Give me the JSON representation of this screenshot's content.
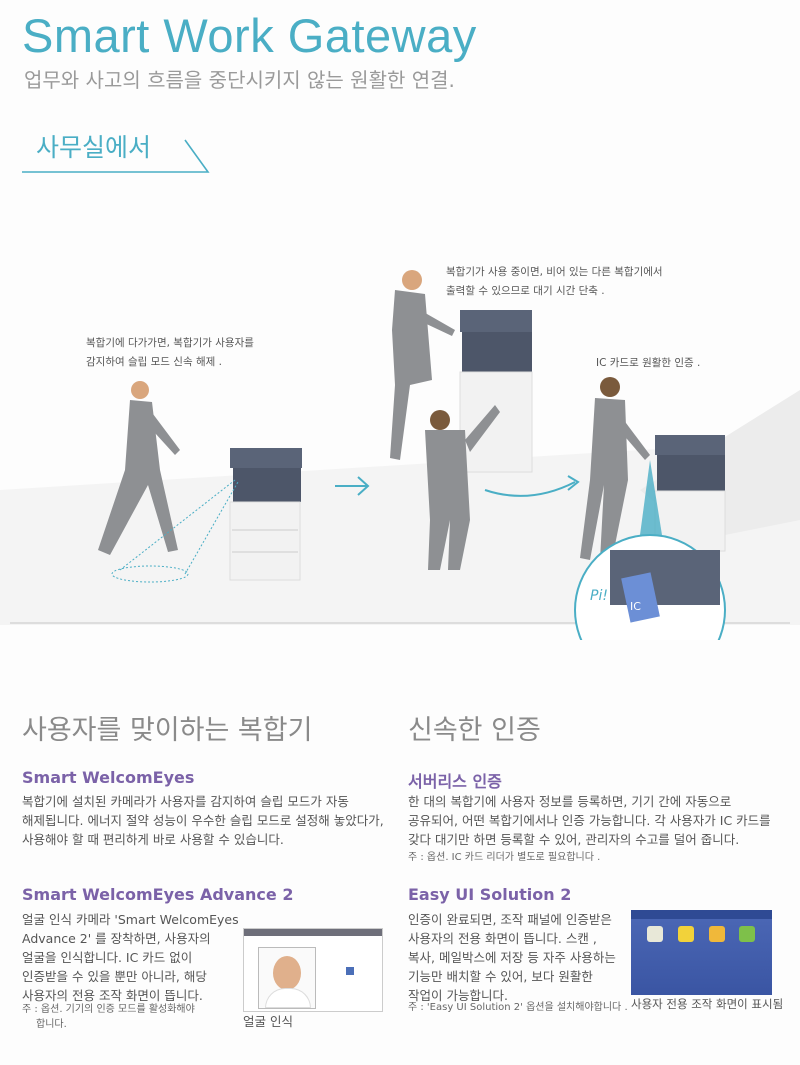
{
  "header": {
    "title": "Smart Work Gateway",
    "subtitle": "업무와 사고의 흐름을 중단시키지 않는 원활한 연결.",
    "section_label": "사무실에서"
  },
  "illustration": {
    "caption_left": [
      "복합기에 다가가면, 복합기가 사용자를",
      "감지하여 슬립 모드 신속 해제 ."
    ],
    "caption_middle": [
      "복합기가 사용 중이면, 비어 있는 다른 복합기에서",
      "출력할 수 있으므로 대기 시간 단축 ."
    ],
    "caption_right": "IC 카드로 원활한 인증 .",
    "card_sound": "Pi!",
    "card_label": "IC"
  },
  "left_column": {
    "heading": "사용자를 맞이하는 복합기",
    "features": [
      {
        "title": "Smart WelcomEyes",
        "lines": [
          "복합기에 설치된 카메라가 사용자를 감지하여 슬립 모드가 자동",
          "해제됩니다. 에너지 절약 성능이 우수한 슬립 모드로 설정해 놓았다가,",
          "사용해야 할 때 편리하게 바로 사용할 수 있습니다."
        ]
      },
      {
        "title": "Smart WelcomEyes Advance 2",
        "lines": [
          "얼굴 인식 카메라 'Smart WelcomEyes",
          "Advance 2' 를 장착하면, 사용자의",
          "얼굴을 인식합니다. IC 카드 없이",
          "인증받을 수 있을 뿐만 아니라, 해당",
          "사용자의 전용 조작 화면이 뜹니다."
        ],
        "note": [
          "주 : 옵션. 기기의 인증 모드를 활성화해야",
          "합니다."
        ],
        "image_caption": "얼굴 인식"
      }
    ]
  },
  "right_column": {
    "heading": "신속한 인증",
    "features": [
      {
        "title": "서버리스 인증",
        "lines": [
          "한 대의 복합기에 사용자 정보를 등록하면, 기기 간에 자동으로",
          "공유되어, 어떤 복합기에서나 인증 가능합니다. 각 사용자가 IC 카드를",
          "갖다 대기만 하면 등록할 수 있어, 관리자의 수고를 덜어 줍니다."
        ],
        "note": [
          "주 : 옵션. IC 카드 리더가 별도로 필요합니다 ."
        ]
      },
      {
        "title": "Easy UI Solution 2",
        "lines": [
          "인증이 완료되면, 조작 패널에 인증받은",
          "사용자의 전용 화면이 뜹니다. 스캔 ,",
          "복사, 메일박스에 저장 등 자주 사용하는",
          "기능만 배치할 수 있어, 보다 원활한",
          "작업이 가능합니다."
        ],
        "note": [
          "주 : 'Easy UI Solution 2' 옵션을 설치해야합니다 ."
        ],
        "image_caption": "사용자 전용 조작 화면이 표시됨"
      }
    ]
  },
  "colors": {
    "accent": "#4aaec5",
    "heading_purple": "#7b62a8",
    "screen_blue": "#3e5aa8"
  }
}
